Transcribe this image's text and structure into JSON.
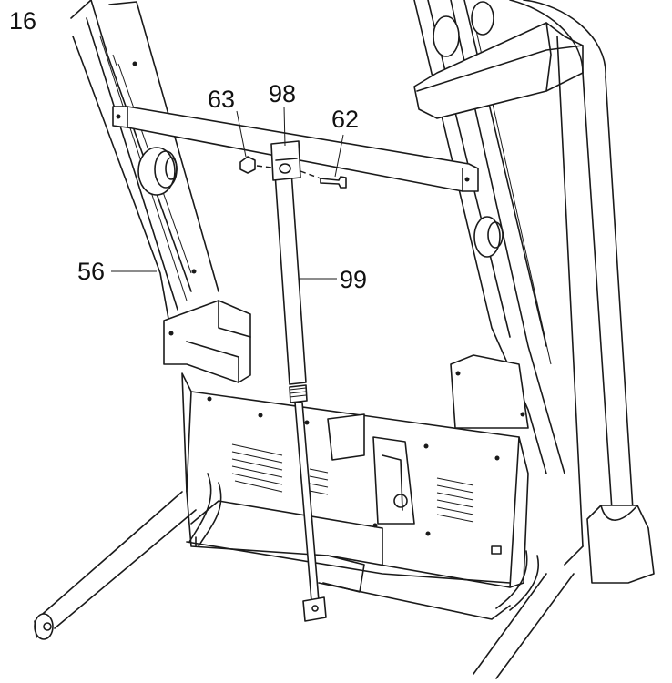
{
  "step_number": "16",
  "callouts": {
    "c63": "63",
    "c98": "98",
    "c62": "62",
    "c56": "56",
    "c99": "99"
  },
  "colors": {
    "line": "#1a1a1a",
    "background": "#ffffff"
  }
}
